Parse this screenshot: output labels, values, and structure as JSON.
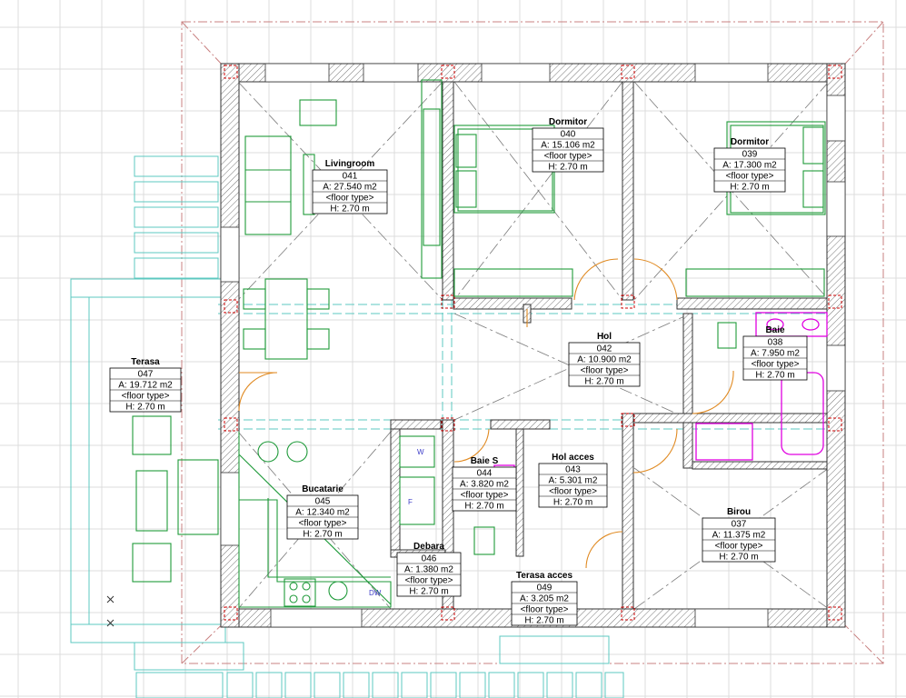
{
  "rooms": [
    {
      "key": "livingroom",
      "name": "Livingroom",
      "number": "041",
      "area": "A: 27.540 m2",
      "floor": "<floor type>",
      "height": "H: 2.70 m"
    },
    {
      "key": "dormitor40",
      "name": "Dormitor",
      "number": "040",
      "area": "A: 15.106 m2",
      "floor": "<floor type>",
      "height": "H: 2.70 m"
    },
    {
      "key": "dormitor39",
      "name": "Dormitor",
      "number": "039",
      "area": "A: 17.300 m2",
      "floor": "<floor type>",
      "height": "H: 2.70 m"
    },
    {
      "key": "hol",
      "name": "Hol",
      "number": "042",
      "area": "A: 10.900 m2",
      "floor": "<floor type>",
      "height": "H: 2.70 m"
    },
    {
      "key": "baie38",
      "name": "Baie",
      "number": "038",
      "area": "A: 7.950 m2",
      "floor": "<floor type>",
      "height": "H: 2.70 m"
    },
    {
      "key": "terasa",
      "name": "Terasa",
      "number": "047",
      "area": "A: 19.712 m2",
      "floor": "<floor type>",
      "height": "H: 2.70 m"
    },
    {
      "key": "bucatarie",
      "name": "Bucatarie",
      "number": "045",
      "area": "A: 12.340 m2",
      "floor": "<floor type>",
      "height": "H: 2.70 m"
    },
    {
      "key": "baies",
      "name": "Baie S",
      "number": "044",
      "area": "A: 3.820 m2",
      "floor": "<floor type>",
      "height": "H: 2.70 m"
    },
    {
      "key": "holacces",
      "name": "Hol acces",
      "number": "043",
      "area": "A: 5.301 m2",
      "floor": "<floor type>",
      "height": "H: 2.70 m"
    },
    {
      "key": "birou",
      "name": "Birou",
      "number": "037",
      "area": "A: 11.375 m2",
      "floor": "<floor type>",
      "height": "H: 2.70 m"
    },
    {
      "key": "debara",
      "name": "Debara",
      "number": "046",
      "area": "A: 1.380 m2",
      "floor": "<floor type>",
      "height": "H: 2.70 m"
    },
    {
      "key": "terasaacces",
      "name": "Terasa acces",
      "number": "049",
      "area": "A: 3.205 m2",
      "floor": "<floor type>",
      "height": "H: 2.70 m"
    }
  ],
  "appliances": {
    "washer": "W",
    "fridge": "F",
    "dishwasher": "DW"
  },
  "colors": {
    "walls": "#333333",
    "furniture": "#1f9a3a",
    "terrace": "#5cc8c0",
    "doors": "#e08a22",
    "sanitary": "#e000e0",
    "roof": "#c88080",
    "grid": "#dcdcdc"
  }
}
